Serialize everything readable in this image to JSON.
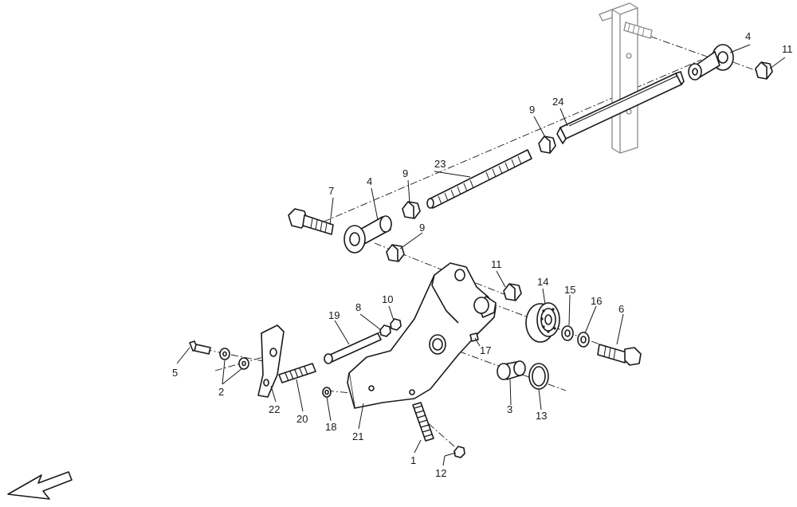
{
  "diagram": {
    "callouts": {
      "c1": "1",
      "c2": "2",
      "c3": "3",
      "c4a": "4",
      "c4b": "4",
      "c5": "5",
      "c6": "6",
      "c7": "7",
      "c8": "8",
      "c9a": "9",
      "c9b": "9",
      "c9c": "9",
      "c10": "10",
      "c11a": "11",
      "c11b": "11",
      "c12": "12",
      "c13": "13",
      "c14": "14",
      "c15": "15",
      "c16": "16",
      "c17": "17",
      "c18": "18",
      "c19": "19",
      "c20": "20",
      "c21": "21",
      "c22": "22",
      "c23": "23",
      "c24": "24"
    },
    "orientation_arrow": "front-direction-arrow"
  }
}
